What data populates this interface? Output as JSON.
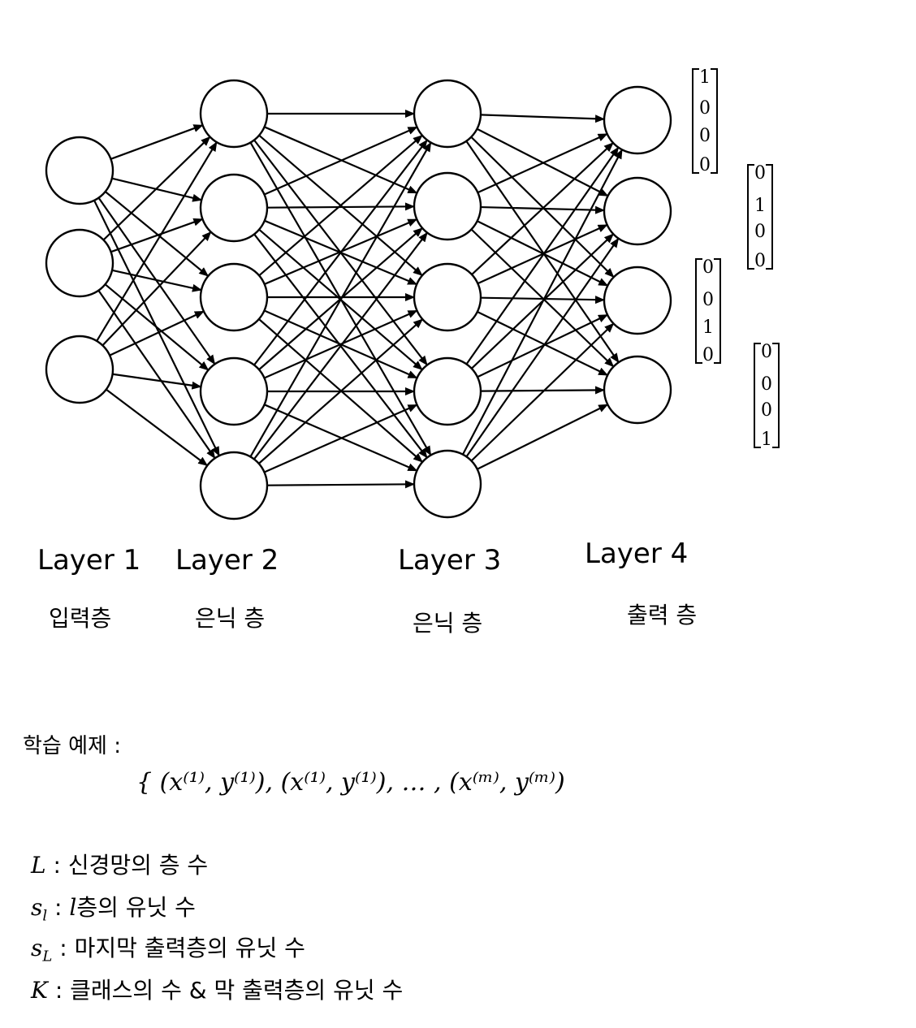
{
  "layers": [
    {
      "label": "Layer 1",
      "korean": "입력층",
      "units": 3
    },
    {
      "label": "Layer 2",
      "korean": "은닉 층",
      "units": 5
    },
    {
      "label": "Layer 3",
      "korean": "은닉 층",
      "units": 5
    },
    {
      "label": "Layer 4",
      "korean": "출력 층",
      "units": 4
    }
  ],
  "output_vectors": [
    [
      "1",
      "0",
      "0",
      "0"
    ],
    [
      "0",
      "1",
      "0",
      "0"
    ],
    [
      "0",
      "0",
      "1",
      "0"
    ],
    [
      "0",
      "0",
      "0",
      "1"
    ]
  ],
  "training": {
    "label": "학습  예제  :",
    "examples": "{ (x⁽¹⁾, y⁽¹⁾), (x⁽¹⁾, y⁽¹⁾), … , (x⁽ᵐ⁾, y⁽ᵐ⁾)"
  },
  "definitions": [
    {
      "sym": "L",
      "sub": "",
      "desc": " :   신경망의 층 수"
    },
    {
      "sym": "s",
      "sub": "l",
      "desc": " : ",
      "extra_sym": "l",
      "desc2": "층의 유닛 수"
    },
    {
      "sym": "s",
      "sub": "L",
      "desc": " : 마지막 출력층의 유닛 수"
    },
    {
      "sym": "K",
      "sub": "",
      "desc": " : 클래스의 수 & 막 출력층의 유닛 수"
    }
  ]
}
